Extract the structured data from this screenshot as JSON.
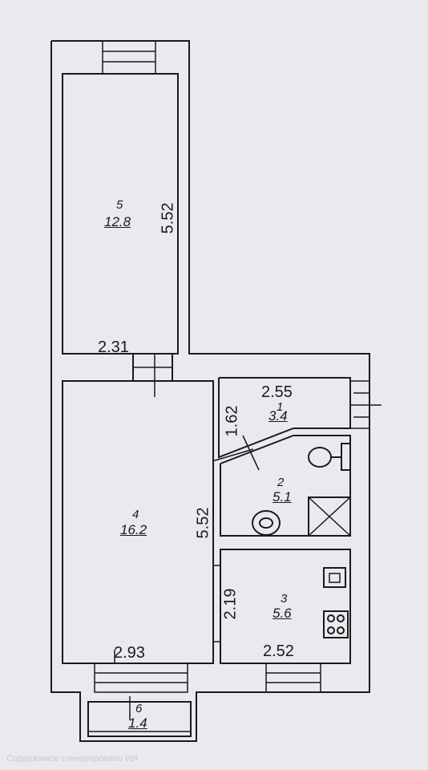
{
  "rooms": [
    {
      "number": "5",
      "area": "12.8"
    },
    {
      "number": "4",
      "area": "16.2"
    },
    {
      "number": "1",
      "area": "3.4"
    },
    {
      "number": "2",
      "area": "5.1"
    },
    {
      "number": "3",
      "area": "5.6"
    },
    {
      "number": "6",
      "area": "1.4"
    }
  ],
  "dimensions": {
    "room5_height": "5.52",
    "room5_width": "2.31",
    "room4_height": "5.52",
    "room4_width": "2.93",
    "room1_width": "2.55",
    "room1_height": "1.62",
    "room3_height": "2.19",
    "room3_width": "2.52"
  },
  "watermark": "Содержимое сгенерировано ИИ",
  "colors": {
    "background": "#e9eaee",
    "line": "#1a1a1a"
  }
}
